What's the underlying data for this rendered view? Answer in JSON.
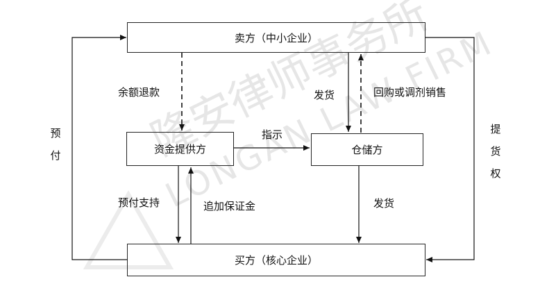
{
  "nodes": {
    "seller": "卖方（中小企业）",
    "funder": "资金提供方",
    "warehouse": "仓储方",
    "buyer": "买方（核心企业）"
  },
  "edges": {
    "refund": "余额退款",
    "ship_top": "发货",
    "buyback": "回购或调剂销售",
    "instruct": "指示",
    "prepay_support": "预付支持",
    "add_deposit": "追加保证金",
    "ship_bottom": "发货",
    "prepay_chars": [
      "预",
      "付"
    ],
    "pickup_chars": [
      "提",
      "货",
      "权"
    ]
  },
  "watermark": {
    "cn": "隆安律师事务所",
    "en": "LONGAN LAW FIRM"
  }
}
